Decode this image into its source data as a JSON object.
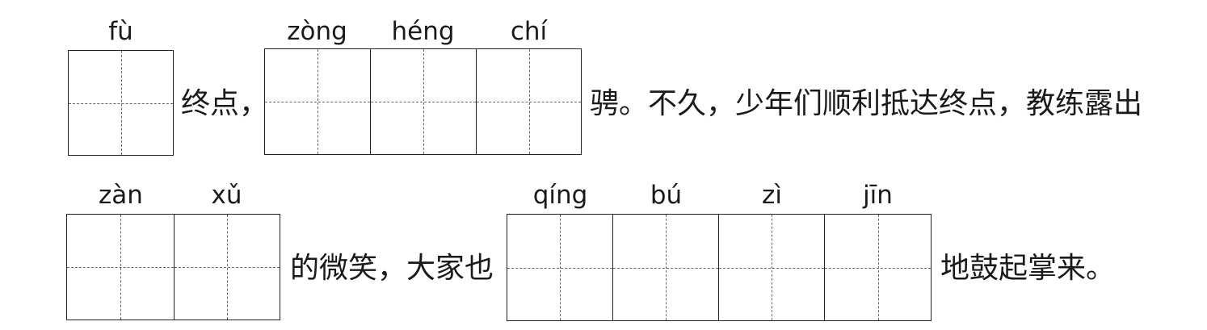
{
  "line1": {
    "pinyin": [
      "fù",
      "zòng",
      "héng",
      "chí"
    ],
    "text_a": "终点，",
    "text_b": "骋。不久，少年们顺利抵达终点，教练露出"
  },
  "line2": {
    "pinyin": [
      "zàn",
      "xǔ",
      "qíng",
      "bú",
      "zì",
      "jīn"
    ],
    "text_a": "的微笑，大家也",
    "text_b": "地鼓起掌来。"
  }
}
